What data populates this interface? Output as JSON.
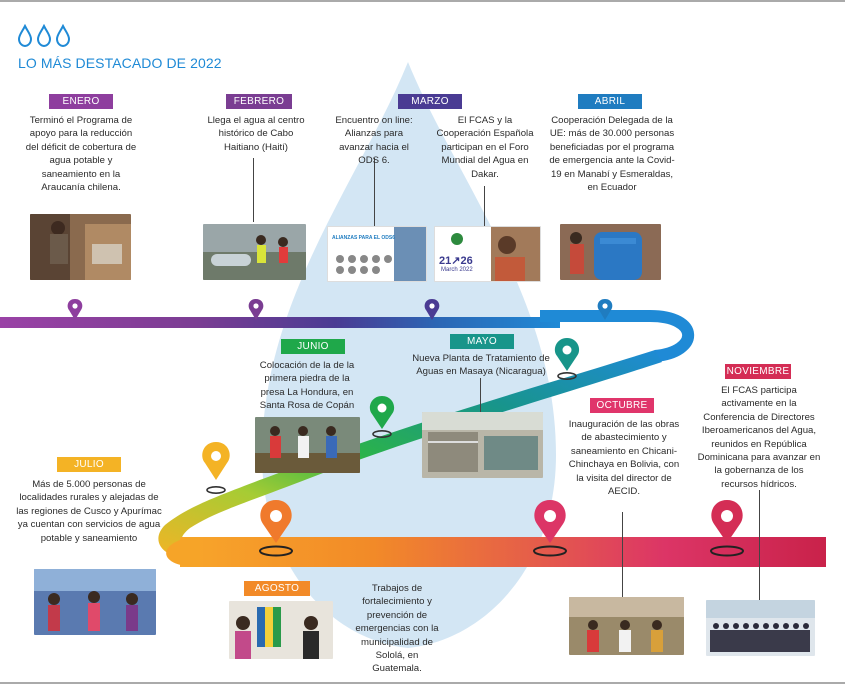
{
  "title": "LO MÁS DESTACADO DE 2022",
  "icons": {
    "header": "water-drops-icon",
    "markers": "location-pin-icon"
  },
  "colors": {
    "title": "#1f8ad6",
    "drop": "#d3e6f4",
    "enero": "#8e3e9e",
    "febrero": "#7a3d92",
    "marzo": "#4a3b93",
    "abril": "#1f7cc0",
    "mayo": "#18958a",
    "junio": "#1fa84a",
    "julio": "#f4b325",
    "agosto": "#f28a28",
    "octubre": "#e0356b",
    "noviembre": "#d42d55"
  },
  "events": [
    {
      "month": "ENERO",
      "text": "Terminó el Programa de apoyo para la reducción del déficit de cobertura de agua potable y saneamiento en la Araucanía chilena."
    },
    {
      "month": "FEBRERO",
      "text": "Llega el agua al centro histórico de Cabo Haitiano (Haití)"
    },
    {
      "month": "MARZO",
      "text": "Encuentro on line: Alianzas para avanzar hacia el ODS 6.",
      "poster_title": "ALIANZAS PARA EL ODS6"
    },
    {
      "month": "MARZO",
      "text": "El FCAS y la Cooperación Española participan en el Foro Mundial del Agua en Dakar.",
      "poster_dates": "21↗26",
      "poster_month": "March 2022"
    },
    {
      "month": "ABRIL",
      "text": "Cooperación Delegada de la UE: más de 30.000 personas beneficiadas por el programa de emergencia ante la Covid-19 en Manabí y Esmeraldas, en Ecuador"
    },
    {
      "month": "MAYO",
      "text": "Nueva Planta de Tratamiento de Aguas en Masaya (Nicaragua)"
    },
    {
      "month": "JUNIO",
      "text": "Colocación de la de la primera piedra de la presa La Hondura, en Santa Rosa de Copán"
    },
    {
      "month": "JULIO",
      "text": "Más de 5.000 personas de localidades rurales y alejadas de las regiones de Cusco y Apurímac ya cuentan con servicios de agua potable y saneamiento"
    },
    {
      "month": "AGOSTO",
      "text": "Trabajos de fortalecimiento y prevención de emergencias con la municipalidad de Sololá, en Guatemala."
    },
    {
      "month": "OCTUBRE",
      "text": "Inauguración de las obras de abastecimiento y saneamiento en Chicani-Chinchaya en Bolivia, con la visita del director de AECID."
    },
    {
      "month": "NOVIEMBRE",
      "text": "El FCAS participa activamente en la Conferencia de Directores Iberoamericanos del Agua, reunidos en República Dominicana para avanzar en la gobernanza de los recursos hídricos."
    }
  ]
}
